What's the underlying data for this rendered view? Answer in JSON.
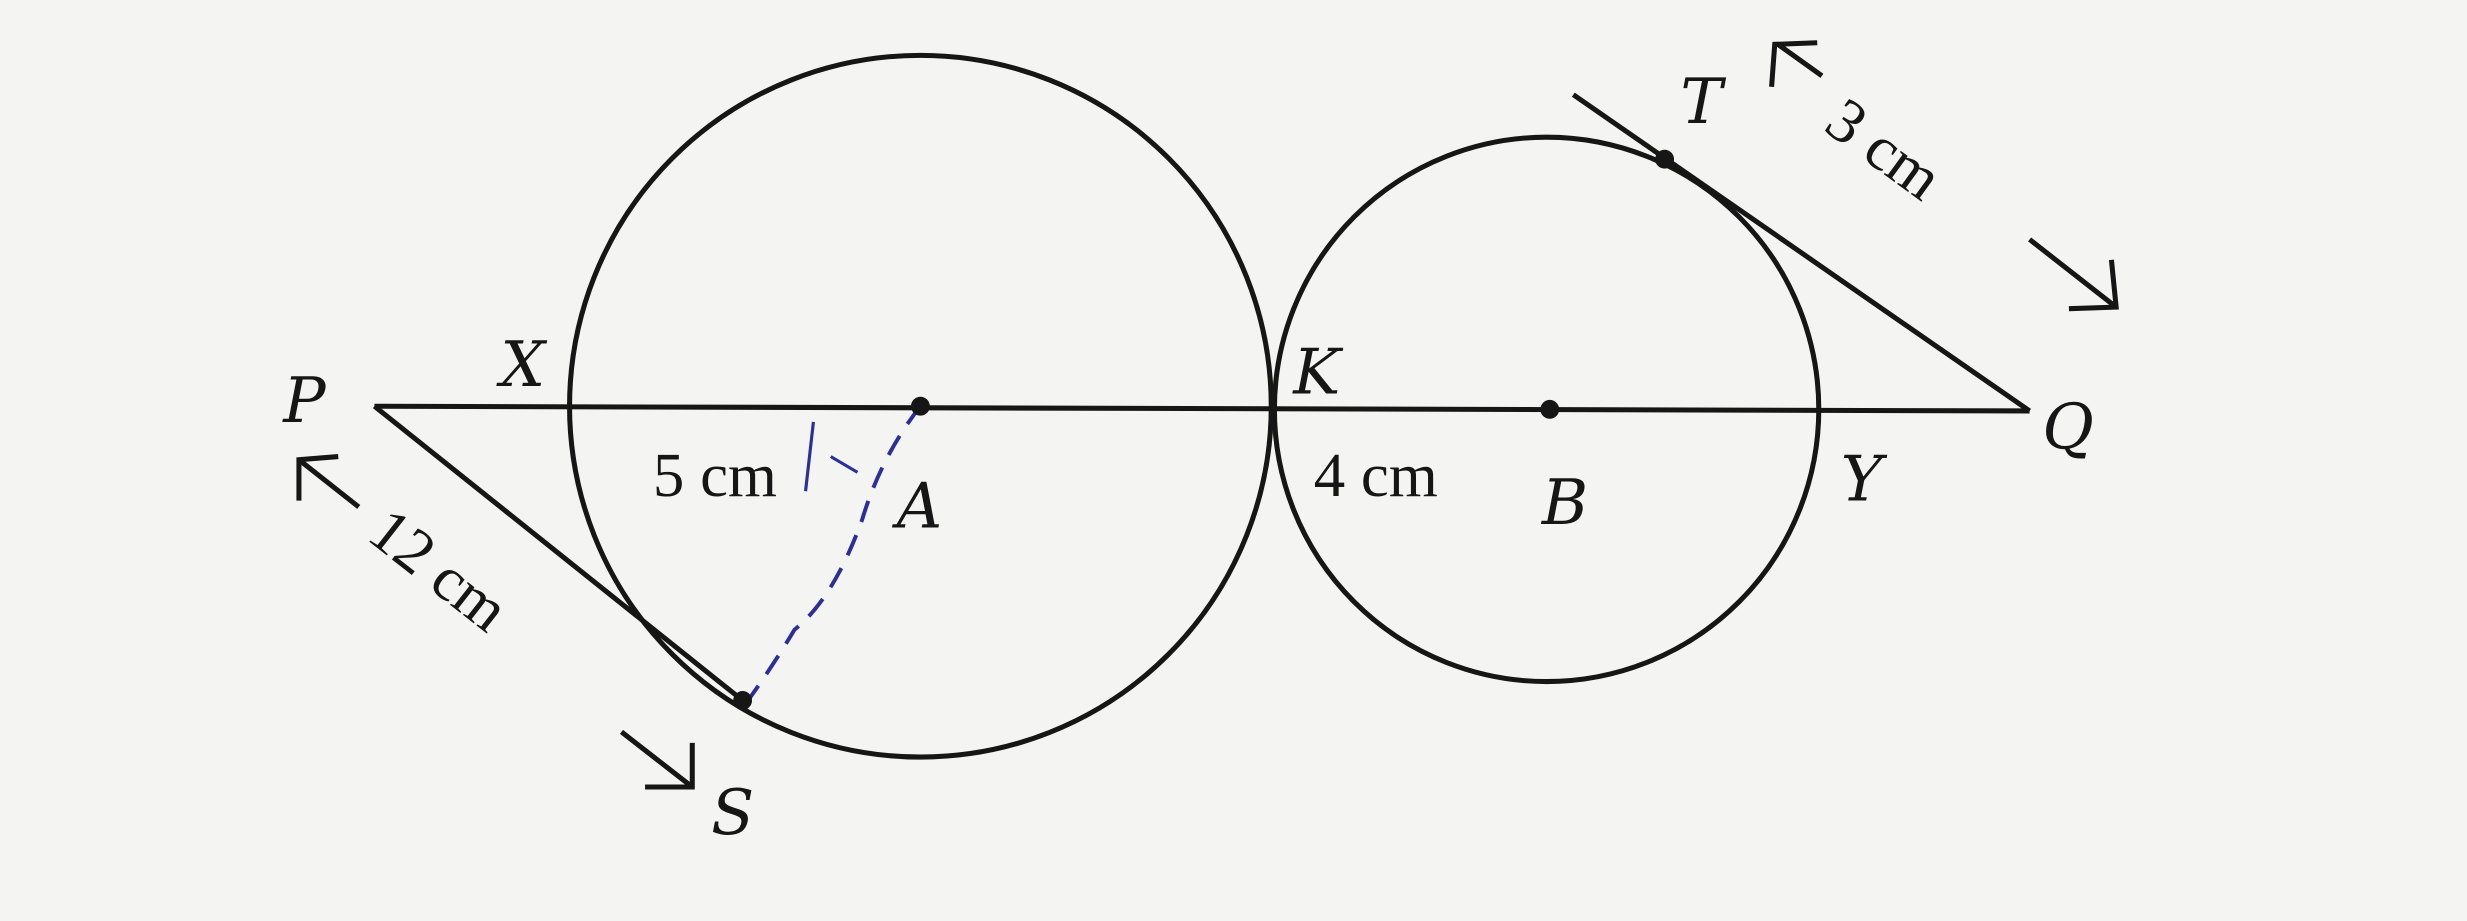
{
  "points": {
    "P": "P",
    "Q": "Q",
    "X": "X",
    "K": "K",
    "Y": "Y",
    "A": "A",
    "B": "B",
    "S": "S",
    "T": "T"
  },
  "measurements": {
    "radius_A": "5 cm",
    "radius_B": "4 cm",
    "PS": "12 cm",
    "TQ": "3 cm"
  },
  "colors": {
    "ink": "#161616",
    "pen": "#2a2f9a",
    "background": "#f4f4f2"
  }
}
